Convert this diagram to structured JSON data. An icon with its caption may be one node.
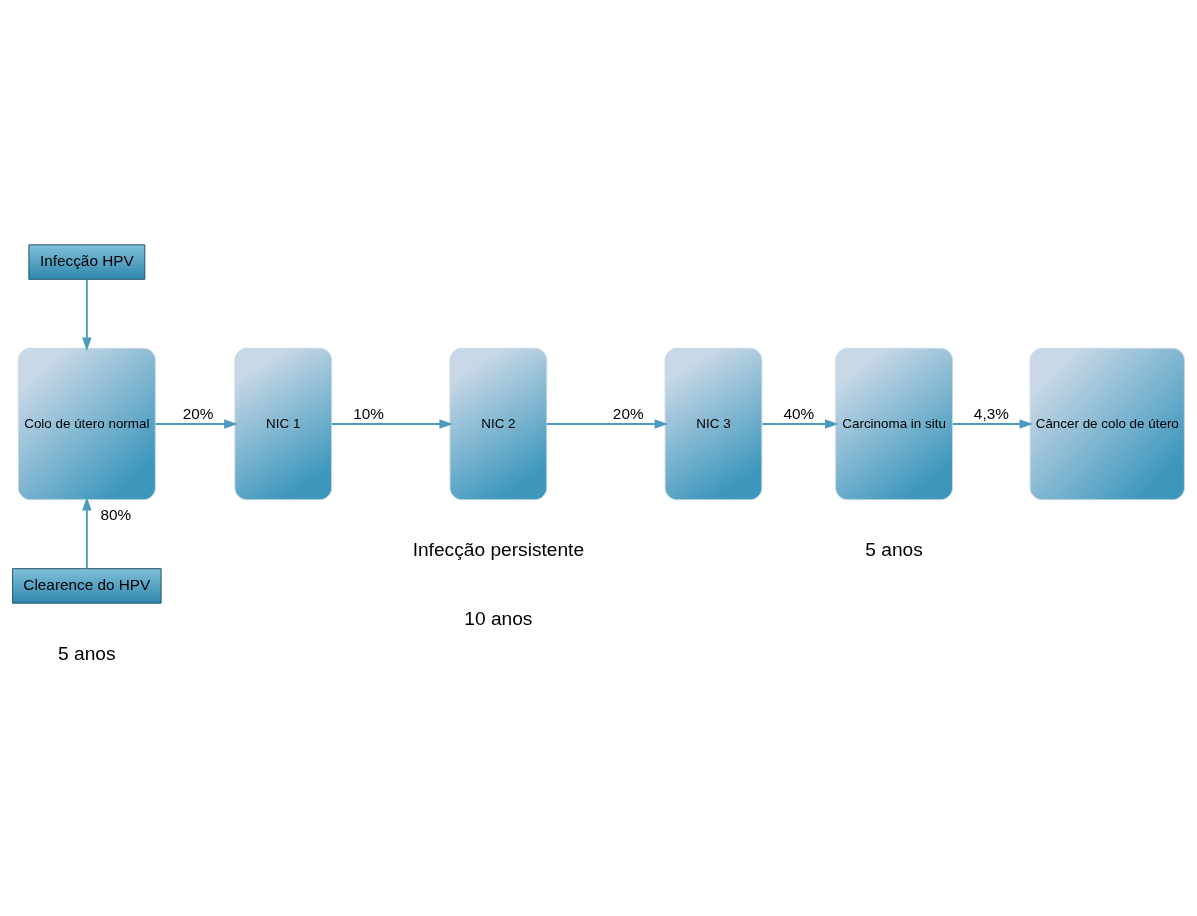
{
  "diagram": {
    "nodes": [
      {
        "text": [
          "Infecção HPV"
        ]
      },
      {
        "text": [
          "Colo de útero normal"
        ]
      },
      {
        "text": [
          "NIC 1"
        ]
      },
      {
        "text": [
          "NIC 2"
        ]
      },
      {
        "text": [
          "NIC 3"
        ]
      },
      {
        "text": [
          "Carcinoma in situ"
        ]
      },
      {
        "text": [
          "Câncer de colo de útero"
        ]
      },
      {
        "text": [
          "Clearence do HPV"
        ]
      }
    ],
    "edges": [
      {
        "from": 0,
        "to": 1,
        "arrow": "to"
      },
      {
        "from": 7,
        "to": 1,
        "arrow": "to",
        "label": "80%"
      },
      {
        "from": 1,
        "to": 2,
        "arrow": "to",
        "label": "20%"
      },
      {
        "from": 2,
        "to": 3,
        "arrow": "to",
        "label": "10%"
      },
      {
        "from": 3,
        "to": 4,
        "arrow": "to",
        "label": "20%"
      },
      {
        "from": 4,
        "to": 5,
        "arrow": "to",
        "label": "40%"
      },
      {
        "from": 5,
        "to": 6,
        "arrow": "to",
        "label": "4,3%"
      }
    ],
    "labels": [
      "5 anos",
      "10 anos",
      "5 anos",
      "Infecção persistente"
    ]
  }
}
